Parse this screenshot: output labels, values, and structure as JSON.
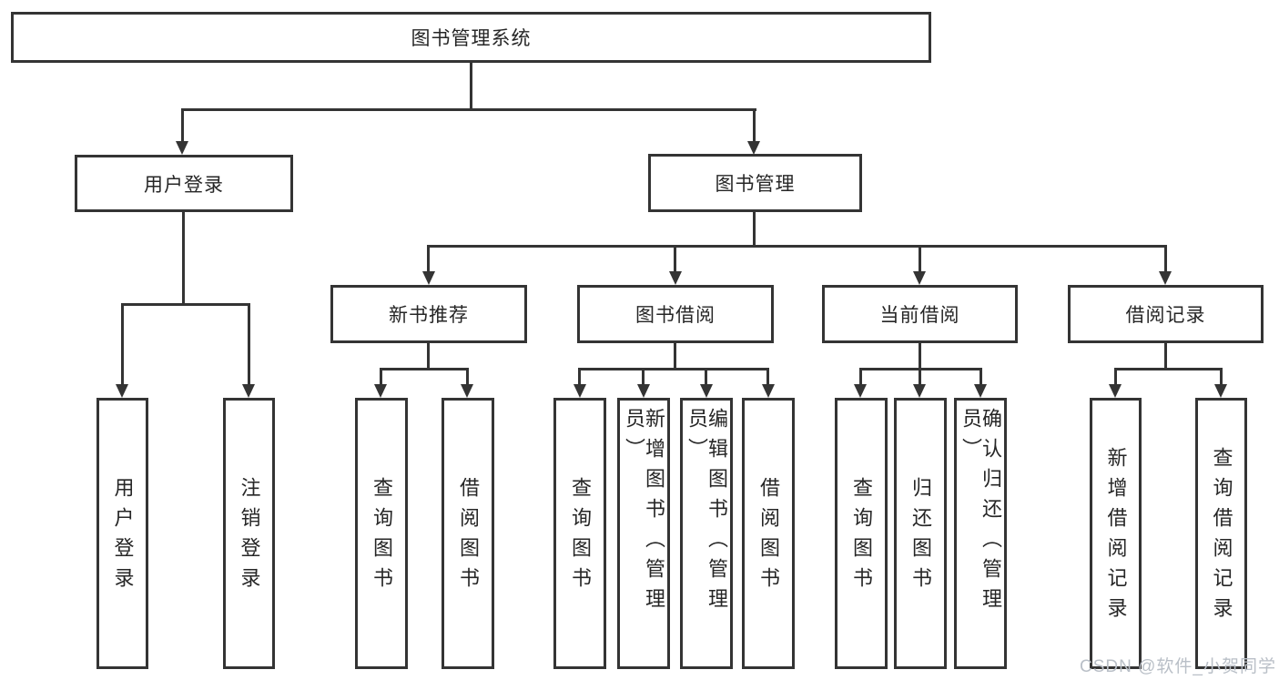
{
  "diagram_type": "tree",
  "colors": {
    "line": "#343434",
    "box_border": "#343434",
    "text": "#262626",
    "background": "#ffffff",
    "watermark": "#b9bfc7"
  },
  "tree": {
    "label": "图书管理系统",
    "children": [
      {
        "label": "用户登录",
        "children": [
          {
            "label": "用户登录"
          },
          {
            "label": "注销登录"
          }
        ]
      },
      {
        "label": "图书管理",
        "children": [
          {
            "label": "新书推荐",
            "children": [
              {
                "label": "查询图书"
              },
              {
                "label": "借阅图书"
              }
            ]
          },
          {
            "label": "图书借阅",
            "children": [
              {
                "label": "查询图书"
              },
              {
                "label": "新增图书（管理员）"
              },
              {
                "label": "编辑图书（管理员）"
              },
              {
                "label": "借阅图书"
              }
            ]
          },
          {
            "label": "当前借阅",
            "children": [
              {
                "label": "查询图书"
              },
              {
                "label": "归还图书"
              },
              {
                "label": "确认归还（管理员）"
              }
            ]
          },
          {
            "label": "借阅记录",
            "children": [
              {
                "label": "新增借阅记录"
              },
              {
                "label": "查询借阅记录"
              }
            ]
          }
        ]
      }
    ]
  },
  "watermark": {
    "text": "CSDN @软件_小贺同学"
  }
}
